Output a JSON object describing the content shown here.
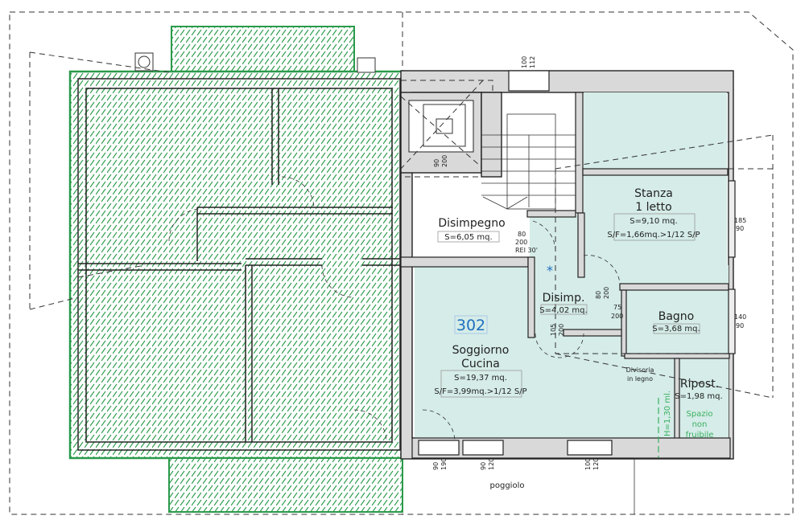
{
  "colors": {
    "room_fill": "#d5ece8",
    "hatch": "#2a9a4a",
    "wall": "#d9d9d9",
    "unit_number": "#1f6fc0",
    "non_usable": "#3ab060"
  },
  "unit_number": "302",
  "rooms": {
    "disimpegno": {
      "name": "Disimpegno",
      "area": "S=6,05 mq."
    },
    "stanza": {
      "name_line1": "Stanza",
      "name_line2": "1 letto",
      "area": "S=9,10 mq.",
      "ratio": "S/F=1,66mq.>1/12 S/P"
    },
    "disimp": {
      "name": "Disimp.",
      "area": "S=4,02 mq."
    },
    "bagno": {
      "name": "Bagno",
      "area": "S=3,68 mq."
    },
    "soggiorno": {
      "name_line1": "Soggiorno",
      "name_line2": "Cucina",
      "area": "S=19,37 mq.",
      "ratio": "S/F=3,99mq.>1/12 S/P"
    },
    "ripost": {
      "name": "Ripost.",
      "area": "S=1,98 mq."
    },
    "spazio": {
      "line1": "Spazio",
      "line2": "non",
      "line3": "fruibile",
      "height": "H=1,30 ml."
    },
    "poggiolo": {
      "name": "poggiolo"
    }
  },
  "annotations": {
    "partition_line1": "Divisoria",
    "partition_line2": "in legno",
    "fire_door": "REI 30'",
    "asterisk": "*"
  },
  "dimensions": {
    "top_window": [
      "100",
      "112"
    ],
    "lift_door": [
      "90",
      "200"
    ],
    "entry_door": [
      "80",
      "200"
    ],
    "bedroom_door": [
      "80",
      "200"
    ],
    "bath_door": [
      "75",
      "200"
    ],
    "living_door": [
      "105",
      "200"
    ],
    "bedroom_window": [
      "185",
      "90"
    ],
    "bath_window": [
      "140",
      "90"
    ],
    "bottom_door": [
      "90",
      "190"
    ],
    "bottom_window1": [
      "90",
      "120"
    ],
    "bottom_window2": [
      "100",
      "120"
    ]
  }
}
